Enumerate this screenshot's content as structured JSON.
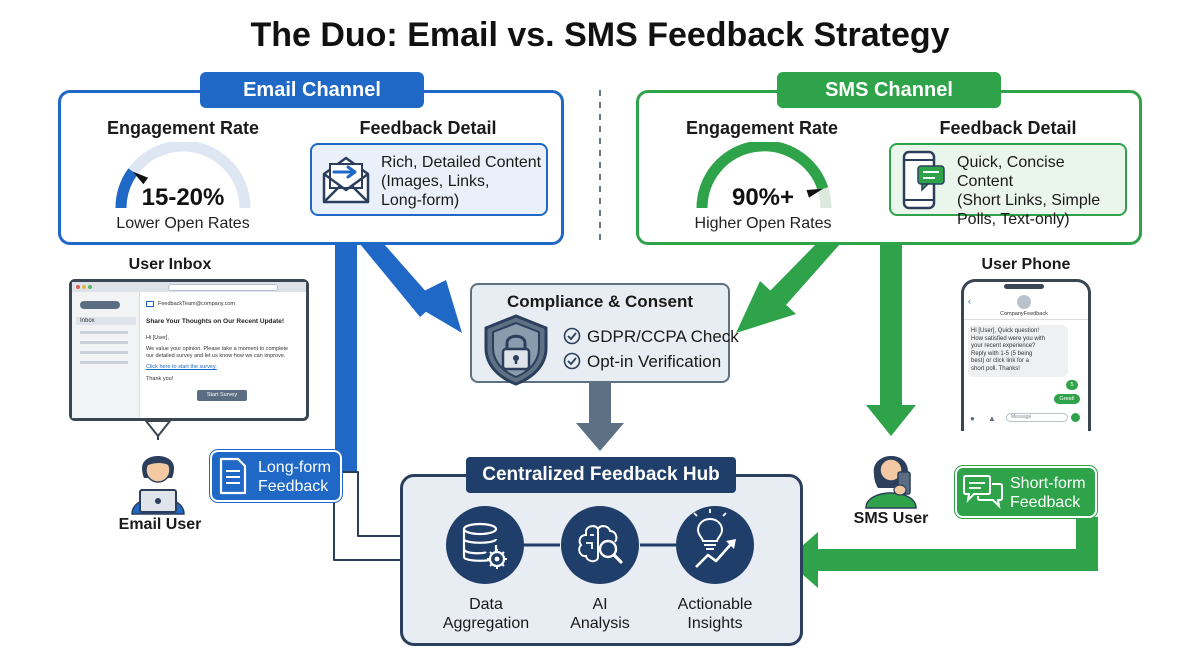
{
  "title": "The Duo: Email vs. SMS Feedback Strategy",
  "email_channel": {
    "tag": "Email Channel",
    "engagement_heading": "Engagement Rate",
    "engagement_value": "15-20%",
    "engagement_caption": "Lower Open Rates",
    "engagement_fill_fraction": 0.2,
    "detail_heading": "Feedback Detail",
    "detail_lines": [
      "Rich, Detailed Content",
      "(Images, Links,",
      "Long-form)"
    ],
    "color": "#1f68c6"
  },
  "sms_channel": {
    "tag": "SMS Channel",
    "engagement_heading": "Engagement Rate",
    "engagement_value": "90%+",
    "engagement_caption": "Higher Open Rates",
    "engagement_fill_fraction": 0.9,
    "detail_heading": "Feedback Detail",
    "detail_lines": [
      "Quick, Concise Content",
      "(Short Links, Simple",
      "Polls, Text-only)"
    ],
    "color": "#2fa34a"
  },
  "user_inbox": {
    "label": "User Inbox",
    "sidebar_items": [
      "Inbox"
    ],
    "from": "FeedbackTeam@company.com",
    "subject": "Share Your Thoughts on Our Recent Update!",
    "greeting": "Hi [User],",
    "body_lines": [
      "We value your opinion. Please take a moment to complete",
      "our detailed survey and let us know how we can improve."
    ],
    "link": "Click here to start the survey.",
    "closing": "Thank you!",
    "button": "Start Survey"
  },
  "user_phone": {
    "label": "User Phone",
    "contact": "CompanyFeedback",
    "message_lines": [
      "Hi [User], Quick question!",
      "How satisfied were you with",
      "your recent experience?",
      "Reply with 1-5 (5 being",
      "best) or click link for a",
      "short poll. Thanks!"
    ],
    "replies": [
      "5",
      "Great!"
    ],
    "input_placeholder": "Message"
  },
  "email_user": {
    "label": "Email User",
    "feedback_lines": [
      "Long-form",
      "Feedback"
    ]
  },
  "sms_user": {
    "label": "SMS User",
    "feedback_lines": [
      "Short-form",
      "Feedback"
    ]
  },
  "compliance": {
    "title": "Compliance & Consent",
    "items": [
      "GDPR/CCPA Check",
      "Opt-in Verification"
    ]
  },
  "hub": {
    "title": "Centralized Feedback Hub",
    "stages": [
      {
        "lines": [
          "Data",
          "Aggregation"
        ],
        "icon": "database-gear-icon"
      },
      {
        "lines": [
          "AI",
          "Analysis"
        ],
        "icon": "brain-magnifier-icon"
      },
      {
        "lines": [
          "Actionable",
          "Insights"
        ],
        "icon": "lightbulb-chart-icon"
      }
    ]
  }
}
